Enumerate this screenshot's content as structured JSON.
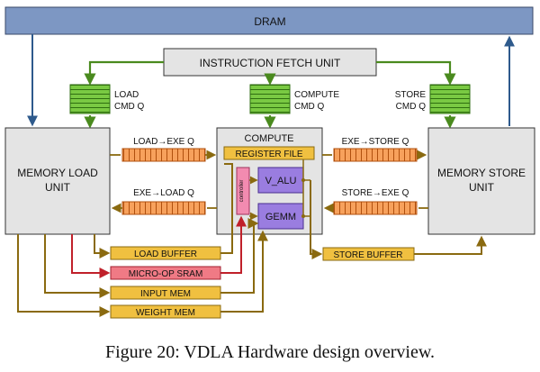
{
  "blocks": {
    "dram": "DRAM",
    "fetch": "INSTRUCTION FETCH UNIT",
    "load_unit": [
      "MEMORY LOAD",
      "UNIT"
    ],
    "store_unit": [
      "MEMORY STORE",
      "UNIT"
    ],
    "compute": "COMPUTE",
    "register_file": "REGISTER FILE",
    "valu": "V_ALU",
    "gemm": "GEMM",
    "controller": "controller"
  },
  "cmd_queues": {
    "load": [
      "LOAD",
      "CMD Q"
    ],
    "compute": [
      "COMPUTE",
      "CMD Q"
    ],
    "store": [
      "STORE",
      "CMD Q"
    ]
  },
  "dep_queues": {
    "load_to_exe": "LOAD→EXE Q",
    "exe_to_load": "EXE→LOAD Q",
    "exe_to_store": "EXE→STORE Q",
    "store_to_exe": "STORE→EXE Q"
  },
  "buffers": {
    "load_buffer": "LOAD BUFFER",
    "micro_op_sram": "MICRO-OP SRAM",
    "input_mem": "INPUT MEM",
    "weight_mem": "WEIGHT MEM",
    "store_buffer": "STORE BUFFER"
  },
  "caption": "Figure 20: VDLA Hardware design overview.",
  "colors": {
    "dram_fill": "#7d97c3",
    "unit_fill": "#e4e4e4",
    "cmdq_fill": "#7ac943",
    "depq_fill": "#f7a15c",
    "buffer_fill": "#f0c040",
    "sram_fill": "#f07a85",
    "alu_fill": "#9a7de0",
    "controller_fill": "#f28bb0",
    "green_arrow": "#4a8a1e",
    "blue_arrow": "#2e5a8c",
    "olive_arrow": "#8a6a10",
    "red_arrow": "#c0202a"
  }
}
